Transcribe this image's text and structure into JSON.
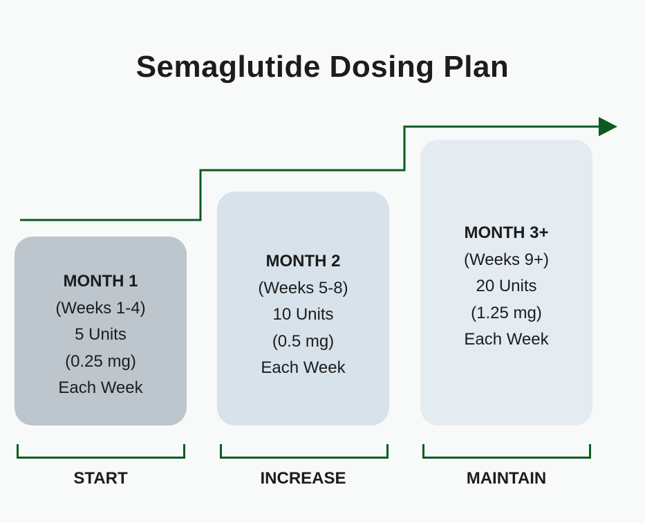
{
  "title": "Semaglutide Dosing Plan",
  "colors": {
    "accent": "#0b5a1f",
    "month1": "#bcc6cc",
    "month2": "#d7e2ea",
    "month3": "#e4ebf1"
  },
  "phases": [
    {
      "heading": "MONTH 1",
      "weeks": "(Weeks 1-4)",
      "units": "5 Units",
      "mg": "(0.25 mg)",
      "frequency": "Each Week",
      "label": "START"
    },
    {
      "heading": "MONTH 2",
      "weeks": "(Weeks 5-8)",
      "units": "10 Units",
      "mg": "(0.5 mg)",
      "frequency": "Each Week",
      "label": "INCREASE"
    },
    {
      "heading": "MONTH 3+",
      "weeks": "(Weeks 9+)",
      "units": "20 Units",
      "mg": "(1.25 mg)",
      "frequency": "Each Week",
      "label": "MAINTAIN"
    }
  ]
}
